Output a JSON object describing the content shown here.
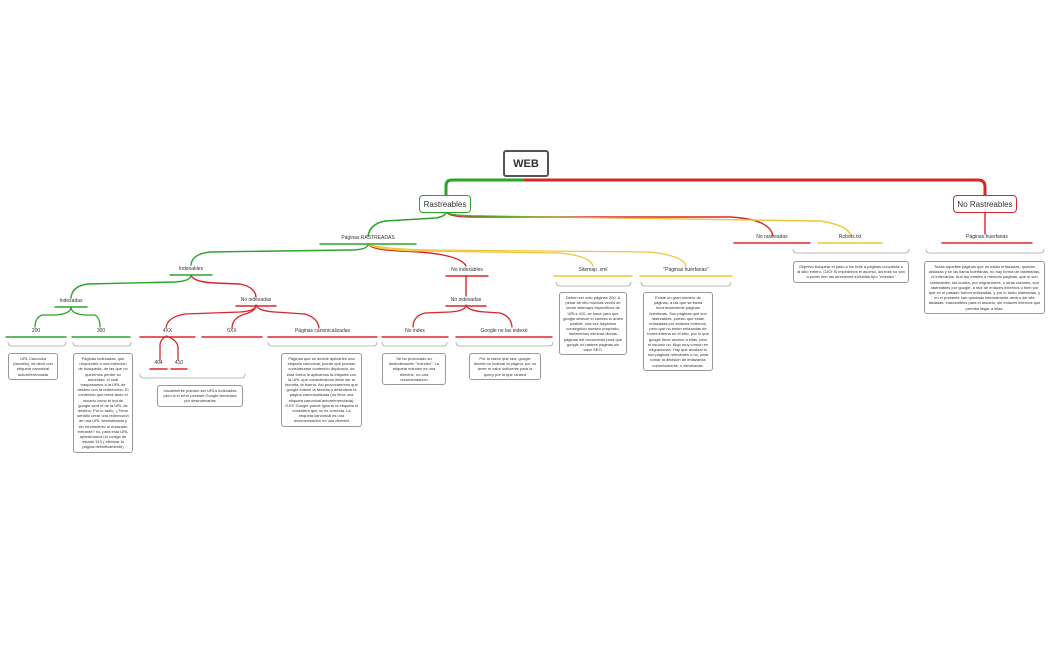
{
  "map": {
    "root": "WEB",
    "crawlable": "Rastreables",
    "not_crawlable": "No Rastreables",
    "crawled_pages": "Páginas RASTREADAS",
    "not_crawled": "No rastreadas",
    "robots": "Robots.txt",
    "orphan_pages_a": "Páginas huerfanas",
    "orphan_pages_b": "\"Páginas huérfanas\"",
    "indexable": "Indexables",
    "not_indexable": "No indexables",
    "sitemap": "Sitemap .xml",
    "indexed": "Indexadas",
    "not_indexed_1": "No indexadas",
    "not_indexed_2": "No indexadas",
    "code_200": "200",
    "code_300": "300",
    "code_4xx": "4XX",
    "code_5xx": "5XX",
    "code_404": "404",
    "code_410": "410",
    "canonicalized": "Páginas canonicalizadas",
    "no_index": "No index",
    "google_no_index": "Google no las indexó"
  },
  "notes": {
    "url_canonical": "URL Canonica (favorita), es decir con etiqueta canonical autoreferenciada",
    "redirects": "Páginas indexadas, que responden a una intención de búsqueda, de las que no queremos perder su autoridad, el cuál traspasamos a la URL de destino con la redirección. El contenido que leerá tanto el usuario como el bot de google será el de la URL de destino. Por lo tanto, ¿Tiene sentido crear una redirección de una URL desindexada y sin rendimiento ni enlazado entrante? no, para esta URL aplicaríamos un código de estado 410 ( eliminar la página definitivamente)",
    "initially_4xx": "Inicialmente pueden ser URLs indexadas pero si el error persiste Google terminará por desindexarlas",
    "canonical_pages": "Páginas que se decide aplicarles una etiqueta canonical, puede que puedan considerarse contenido duplicado, de esta forma le aplicamos la etiqueta con la URL que consideramos debe ser la favorita, la buena. Así provocaremos que google indexe la favorita y desindexe la página canonicalizada (no lleva una etiqueta canonical autoreferenciada). OJO! Google puede ignorar la etiqueta si considera que no es correcta. La etiqueta canonical es una recomendación no una directriz",
    "noindex": "Se ha provocado su desindexación \"noindex\". La etiqueta noindex es una directriz, no una recomendación",
    "google_reason": "Por la razón que sea, google decide no indexar la página, por no tener el valor suficiente para la query por la que rankea",
    "sitemap_note": "Deben ser sólo páginas 200. A pesar de ello muchas veces se crean sitemaps específicos de URLs 410, se hace para que google detecte el cambio lo antes posible, una vez hayamos conseguido nuestro propósito, deberemos eliminar dichas páginas del documento para que google no rastree páginas sin valor SEO.",
    "orphan_note": "Existe un gran número de páginas, a las que se llama incorrectamente páginas huérfanas. Son páginas que son rastreables, puesto que están enlazadas por enlaces externos, pero que no están enlazadas de forma interna en el sitio, por lo que google tiene acceso a ellas, pero el usuario no. Algo muy común en migraciones. Hay que analizar si son páginas relevantes o no, para tomar la decisión de enlazarlas correctamente, o eliminarlas.",
    "robots_note": "Objetivo bloquear el paso a los bots a páginas concretas o al sitio entero. OJO! Si impedimos el acceso, los bots no van a poder leer las directrices incluidas tipo \"noindex\"",
    "orphans_note": "Todas aquellas páginas que no están enlazadas, quedan aisladas y se las llama huérfanas, no hay forma de rastrearlas, ni indexarlas. Aún así existen a menudo páginas, que sí son rastreables, las cuales, por migraciones, u otras razones, son rastreables por google, a raíz de enlaces externos o bien por qué en el pasado fueron enlazadas, y por lo tanto indexadas, y en el presente han quedado internamente dentro del site aisladas, inaccesibles para el usuario, sin enlaces internos que permita llegar a ellas."
  },
  "colors": {
    "green": "#2aa52a",
    "red": "#d9262b",
    "yellow": "#eec637",
    "gray": "#a8a8a8"
  }
}
